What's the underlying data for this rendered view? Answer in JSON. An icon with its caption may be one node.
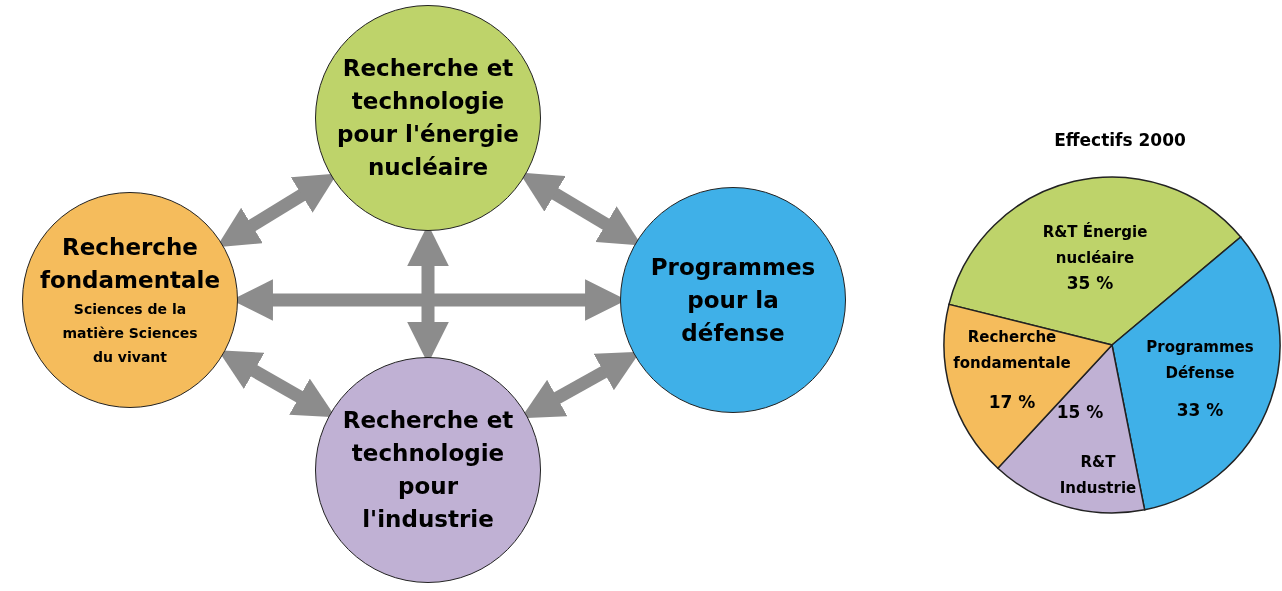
{
  "diagram": {
    "nodes": [
      {
        "text": [
          "Recherche fondamentale",
          "Sciences de la matière Sciences du vivant"
        ]
      },
      {
        "text": [
          "Recherche et technologie pour l'énergie nucléaire"
        ]
      },
      {
        "text": [
          "Programmes pour la défense"
        ]
      },
      {
        "text": [
          "Recherche et technologie pour l'industrie"
        ]
      }
    ],
    "edges": [
      {
        "from": 0,
        "to": 1,
        "arrow": "both"
      },
      {
        "from": 1,
        "to": 2,
        "arrow": "both"
      },
      {
        "from": 0,
        "to": 2,
        "arrow": "both"
      },
      {
        "from": 1,
        "to": 3,
        "arrow": "both"
      },
      {
        "from": 3,
        "to": 0,
        "arrow": "both"
      },
      {
        "from": 2,
        "to": 3,
        "arrow": "both"
      }
    ],
    "chart_data": {
      "type": "pie",
      "title": "Effectifs 2000",
      "categories": [
        "R&T Énergie nucléaire",
        "Programmes Défense",
        "R&T Industrie",
        "Recherche fondamentale"
      ],
      "series": [
        {
          "values": [
            35,
            33,
            15,
            17
          ]
        }
      ],
      "value_labels": [
        "35 %",
        "33 %",
        "15 %",
        "17 %"
      ]
    }
  }
}
